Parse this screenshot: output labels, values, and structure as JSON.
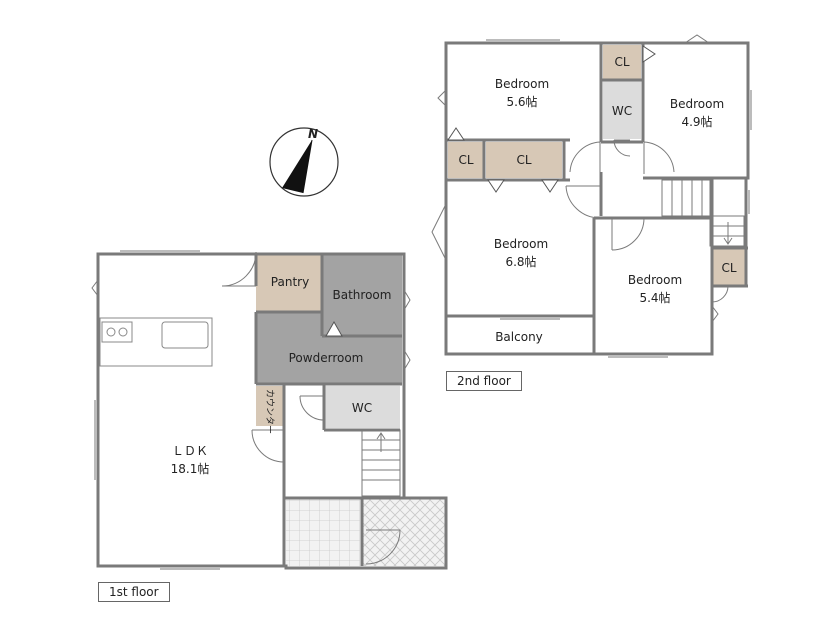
{
  "compass": {
    "north_label": "N"
  },
  "floor1": {
    "label": "1st floor",
    "rooms": {
      "ldk_name": "ＬＤＫ",
      "ldk_size": "18.1帖",
      "pantry": "Pantry",
      "bathroom": "Bathroom",
      "powderroom": "Powderroom",
      "wc": "WC",
      "counter": "カウンター"
    }
  },
  "floor2": {
    "label": "2nd floor",
    "rooms": {
      "bedroom_a_name": "Bedroom",
      "bedroom_a_size": "5.6帖",
      "bedroom_b_name": "Bedroom",
      "bedroom_b_size": "4.9帖",
      "bedroom_c_name": "Bedroom",
      "bedroom_c_size": "6.8帖",
      "bedroom_d_name": "Bedroom",
      "bedroom_d_size": "5.4帖",
      "wc": "WC",
      "cl_top": "CL",
      "cl_left": "CL",
      "cl_mid": "CL",
      "cl_right": "CL",
      "balcony": "Balcony"
    }
  },
  "colors": {
    "wall": "#7a7a7a",
    "wet_area": "#a3a3a3",
    "closet": "#d7c8b6",
    "wc": "#dcdcdc",
    "tile": "#ececec"
  }
}
